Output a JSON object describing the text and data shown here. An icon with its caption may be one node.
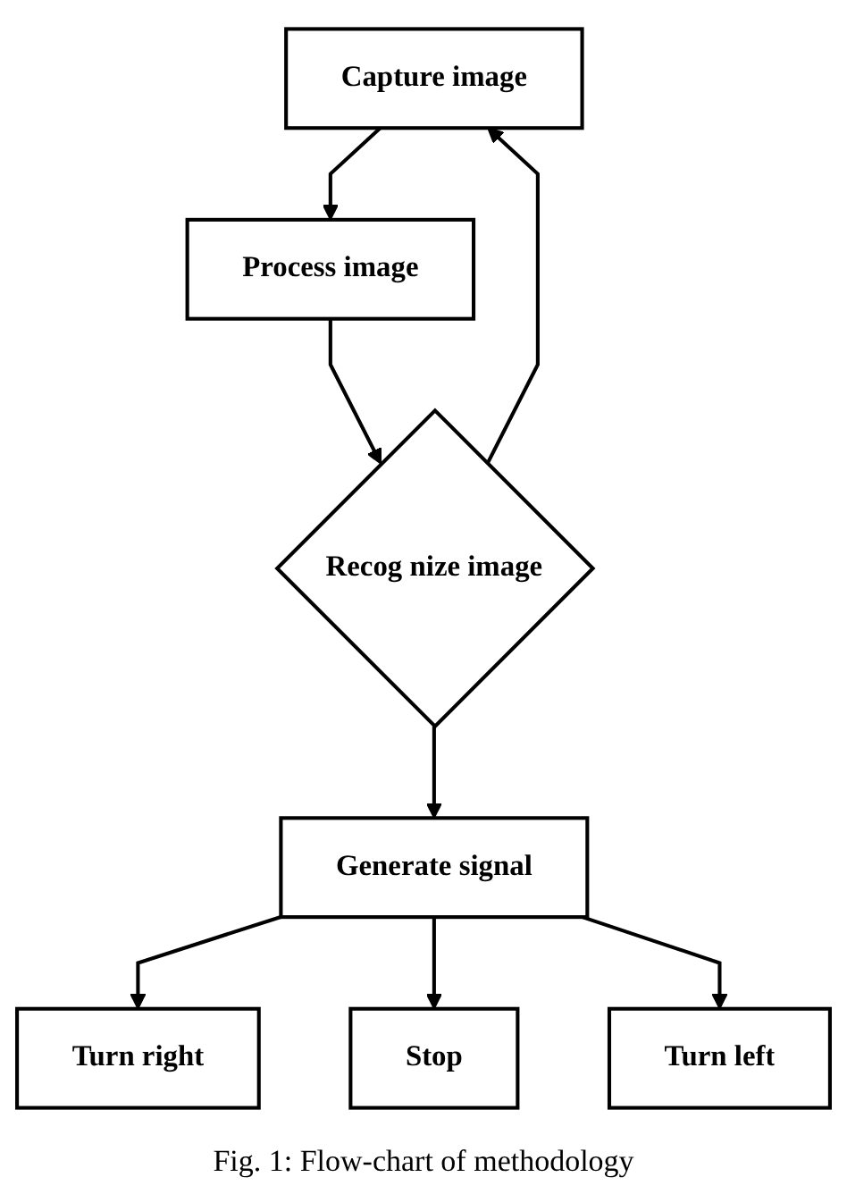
{
  "diagram": {
    "caption": "Fig. 1: Flow-chart of methodology",
    "nodes": [
      {
        "text": [
          "Capture image"
        ]
      },
      {
        "text": [
          "Process image"
        ]
      },
      {
        "text": [
          "Recog nize image"
        ]
      },
      {
        "text": [
          "Generate signal"
        ]
      },
      {
        "text": [
          "Turn right"
        ]
      },
      {
        "text": [
          "Stop"
        ]
      },
      {
        "text": [
          "Turn left"
        ]
      }
    ],
    "edges": [
      {
        "from": 0,
        "to": 1,
        "arrow": "to"
      },
      {
        "from": 1,
        "to": 2,
        "arrow": "to"
      },
      {
        "from": 2,
        "to": 0,
        "arrow": "to"
      },
      {
        "from": 2,
        "to": 3,
        "arrow": "to"
      },
      {
        "from": 3,
        "to": 4,
        "arrow": "to"
      },
      {
        "from": 3,
        "to": 5,
        "arrow": "to"
      },
      {
        "from": 3,
        "to": 6,
        "arrow": "to"
      }
    ]
  }
}
